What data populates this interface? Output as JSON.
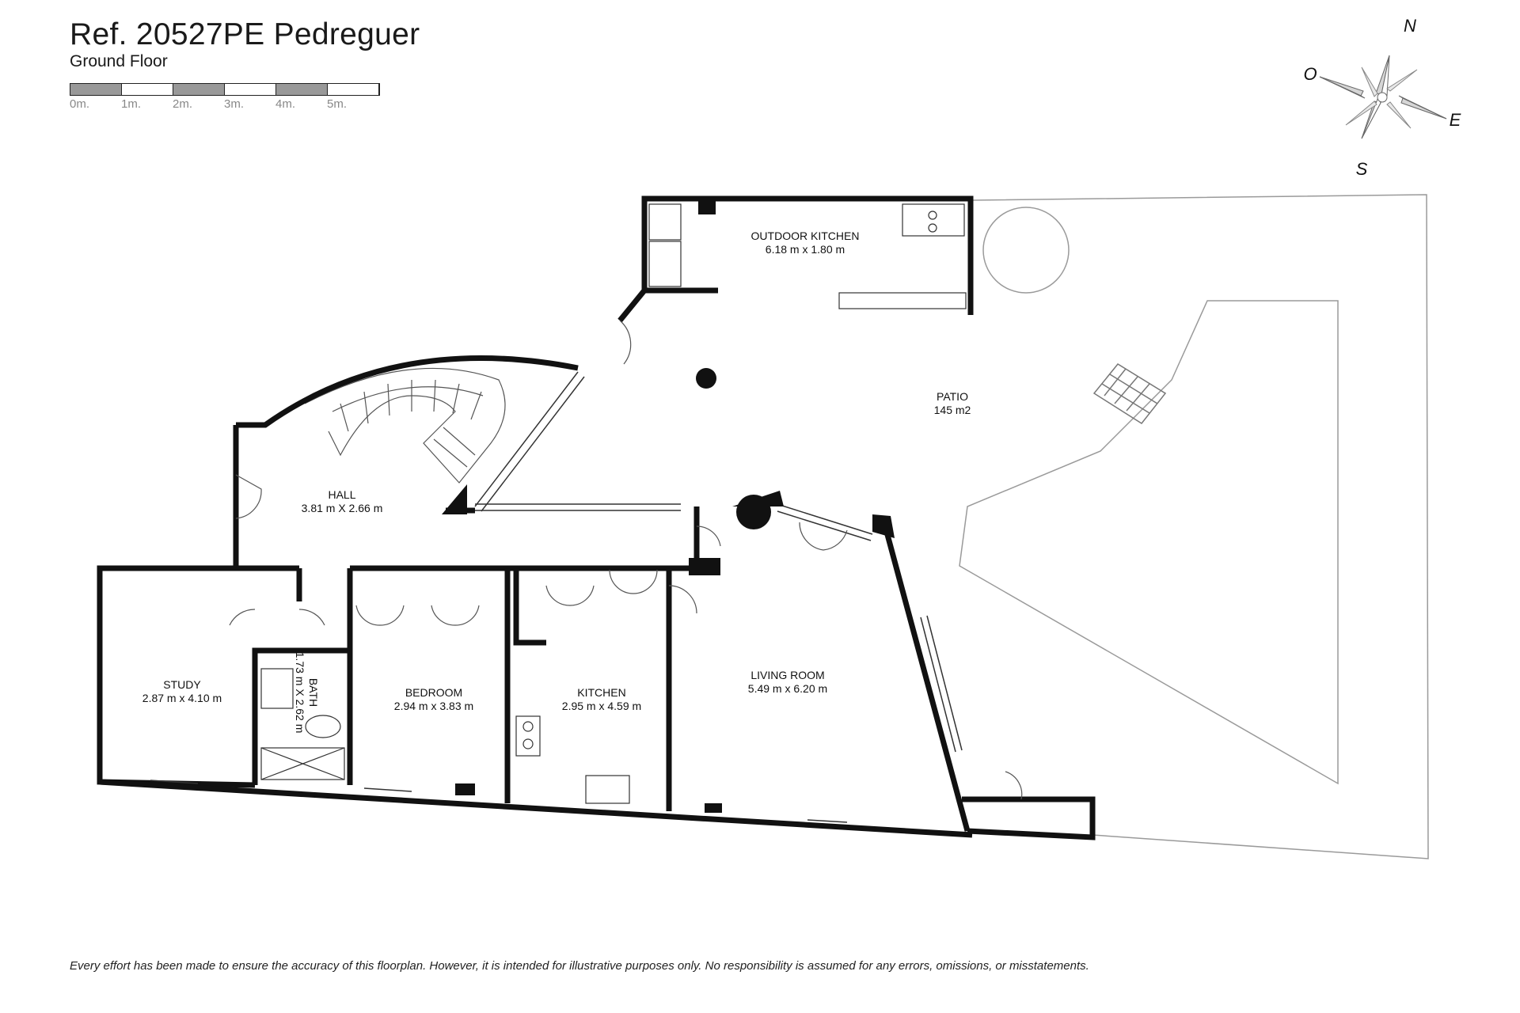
{
  "header": {
    "title": "Ref. 20527PE Pedreguer",
    "subtitle": "Ground Floor"
  },
  "scale": {
    "labels": [
      "0m.",
      "1m.",
      "2m.",
      "3m.",
      "4m.",
      "5m."
    ]
  },
  "compass": {
    "north": "N",
    "east": "E",
    "south": "S",
    "west": "O"
  },
  "rooms": {
    "outdoor_kitchen": {
      "name": "OUTDOOR KITCHEN",
      "size": "6.18 m x 1.80 m"
    },
    "patio": {
      "name": "PATIO",
      "size": "145 m2"
    },
    "hall": {
      "name": "HALL",
      "size": "3.81 m X 2.66 m"
    },
    "study": {
      "name": "STUDY",
      "size": "2.87 m x 4.10 m"
    },
    "bath": {
      "name": "BATH",
      "size": "1.73 m X 2.62 m"
    },
    "bedroom": {
      "name": "BEDROOM",
      "size": "2.94 m x 3.83 m"
    },
    "kitchen": {
      "name": "KITCHEN",
      "size": "2.95 m x 4.59 m"
    },
    "living_room": {
      "name": "LIVING ROOM",
      "size": "5.49 m x 6.20 m"
    }
  },
  "footer": {
    "disclaimer": "Every effort has been made to ensure the accuracy of this floorplan. However, it is intended for illustrative purposes only. No responsibility is assumed for any errors, omissions, or misstatements."
  }
}
